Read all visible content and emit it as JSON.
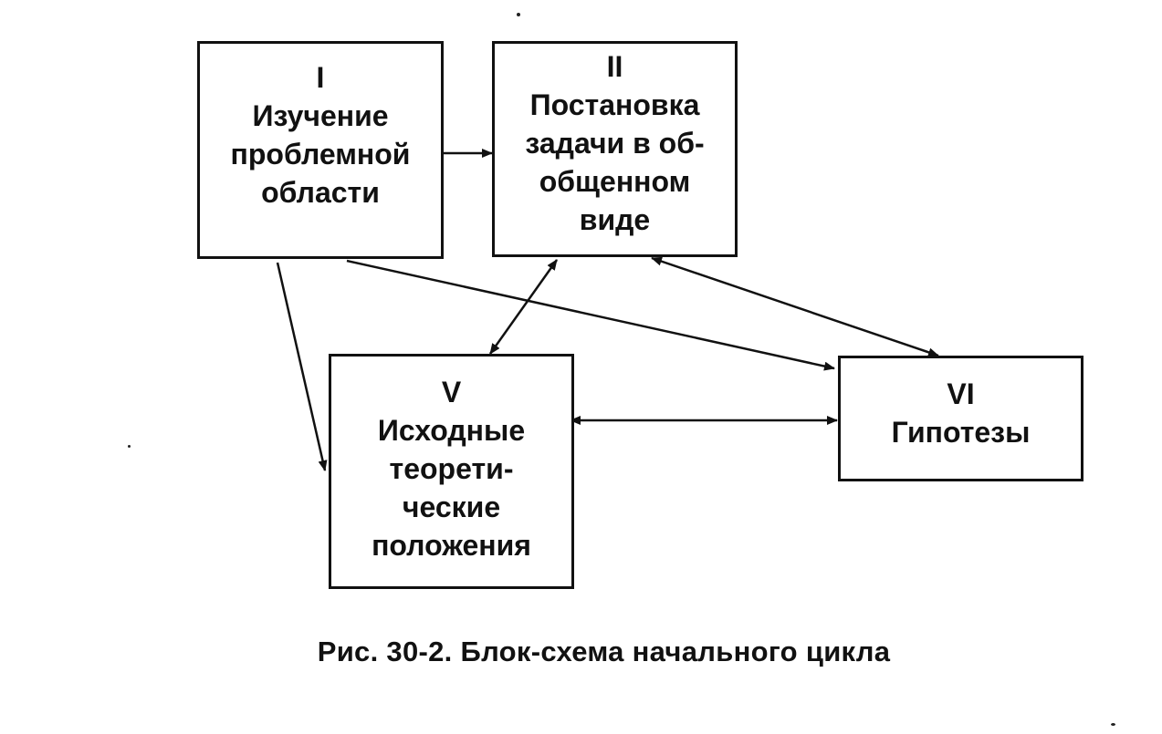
{
  "diagram": {
    "caption": "Рис. 30-2. Блок-схема начального цикла",
    "blocks": [
      {
        "id": "I",
        "numeral": "I",
        "lines": [
          "Изучение",
          "проблемной",
          "области"
        ]
      },
      {
        "id": "II",
        "numeral": "II",
        "lines": [
          "Постановка",
          "задачи в об-",
          "общенном",
          "виде"
        ]
      },
      {
        "id": "V",
        "numeral": "V",
        "lines": [
          "Исходные",
          "теорети-",
          "ческие",
          "положения"
        ]
      },
      {
        "id": "VI",
        "numeral": "VI",
        "lines": [
          "Гипотезы"
        ]
      }
    ],
    "connections": [
      {
        "from": "I",
        "to": "II",
        "direction": "one-way"
      },
      {
        "from": "I",
        "to": "V",
        "direction": "one-way"
      },
      {
        "from": "I",
        "to": "VI",
        "direction": "one-way"
      },
      {
        "from": "II",
        "to": "V",
        "direction": "two-way"
      },
      {
        "from": "II",
        "to": "VI",
        "direction": "two-way"
      },
      {
        "from": "V",
        "to": "VI",
        "direction": "two-way"
      }
    ],
    "colors": {
      "ink": "#111111",
      "background": "#ffffff"
    }
  }
}
